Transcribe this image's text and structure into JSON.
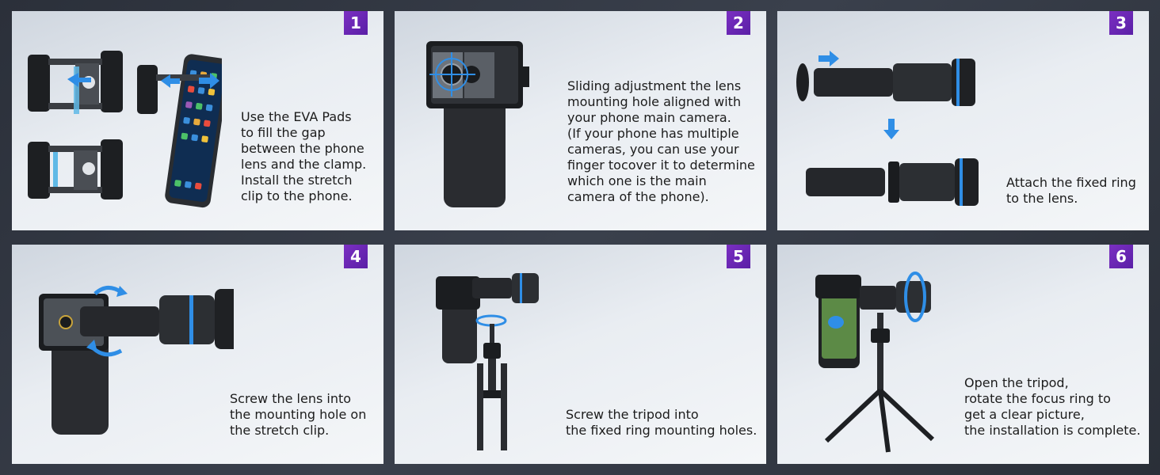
{
  "steps": [
    {
      "number": "1",
      "text": "Use the EVA Pads\nto fill the gap\nbetween the phone\nlens and the clamp.\nInstall the stretch\nclip to the phone."
    },
    {
      "number": "2",
      "text": "Sliding adjustment the lens\nmounting hole aligned with\nyour phone main camera.\n(If your phone has multiple\ncameras, you can use your\nfinger tocover it to determine\nwhich one is the main\ncamera of the phone)."
    },
    {
      "number": "3",
      "text": "Attach the fixed ring\nto the lens."
    },
    {
      "number": "4",
      "text": "Screw the lens into\nthe mounting hole on\nthe stretch clip."
    },
    {
      "number": "5",
      "text": "Screw the tripod into\nthe fixed ring mounting holes."
    },
    {
      "number": "6",
      "text": "Open the tripod,\nrotate the focus ring to\nget a clear picture,\nthe installation is complete."
    }
  ],
  "colors": {
    "badge": "#6a27b8",
    "arrow": "#2f8ee6",
    "accent": "#1f7fd8"
  }
}
